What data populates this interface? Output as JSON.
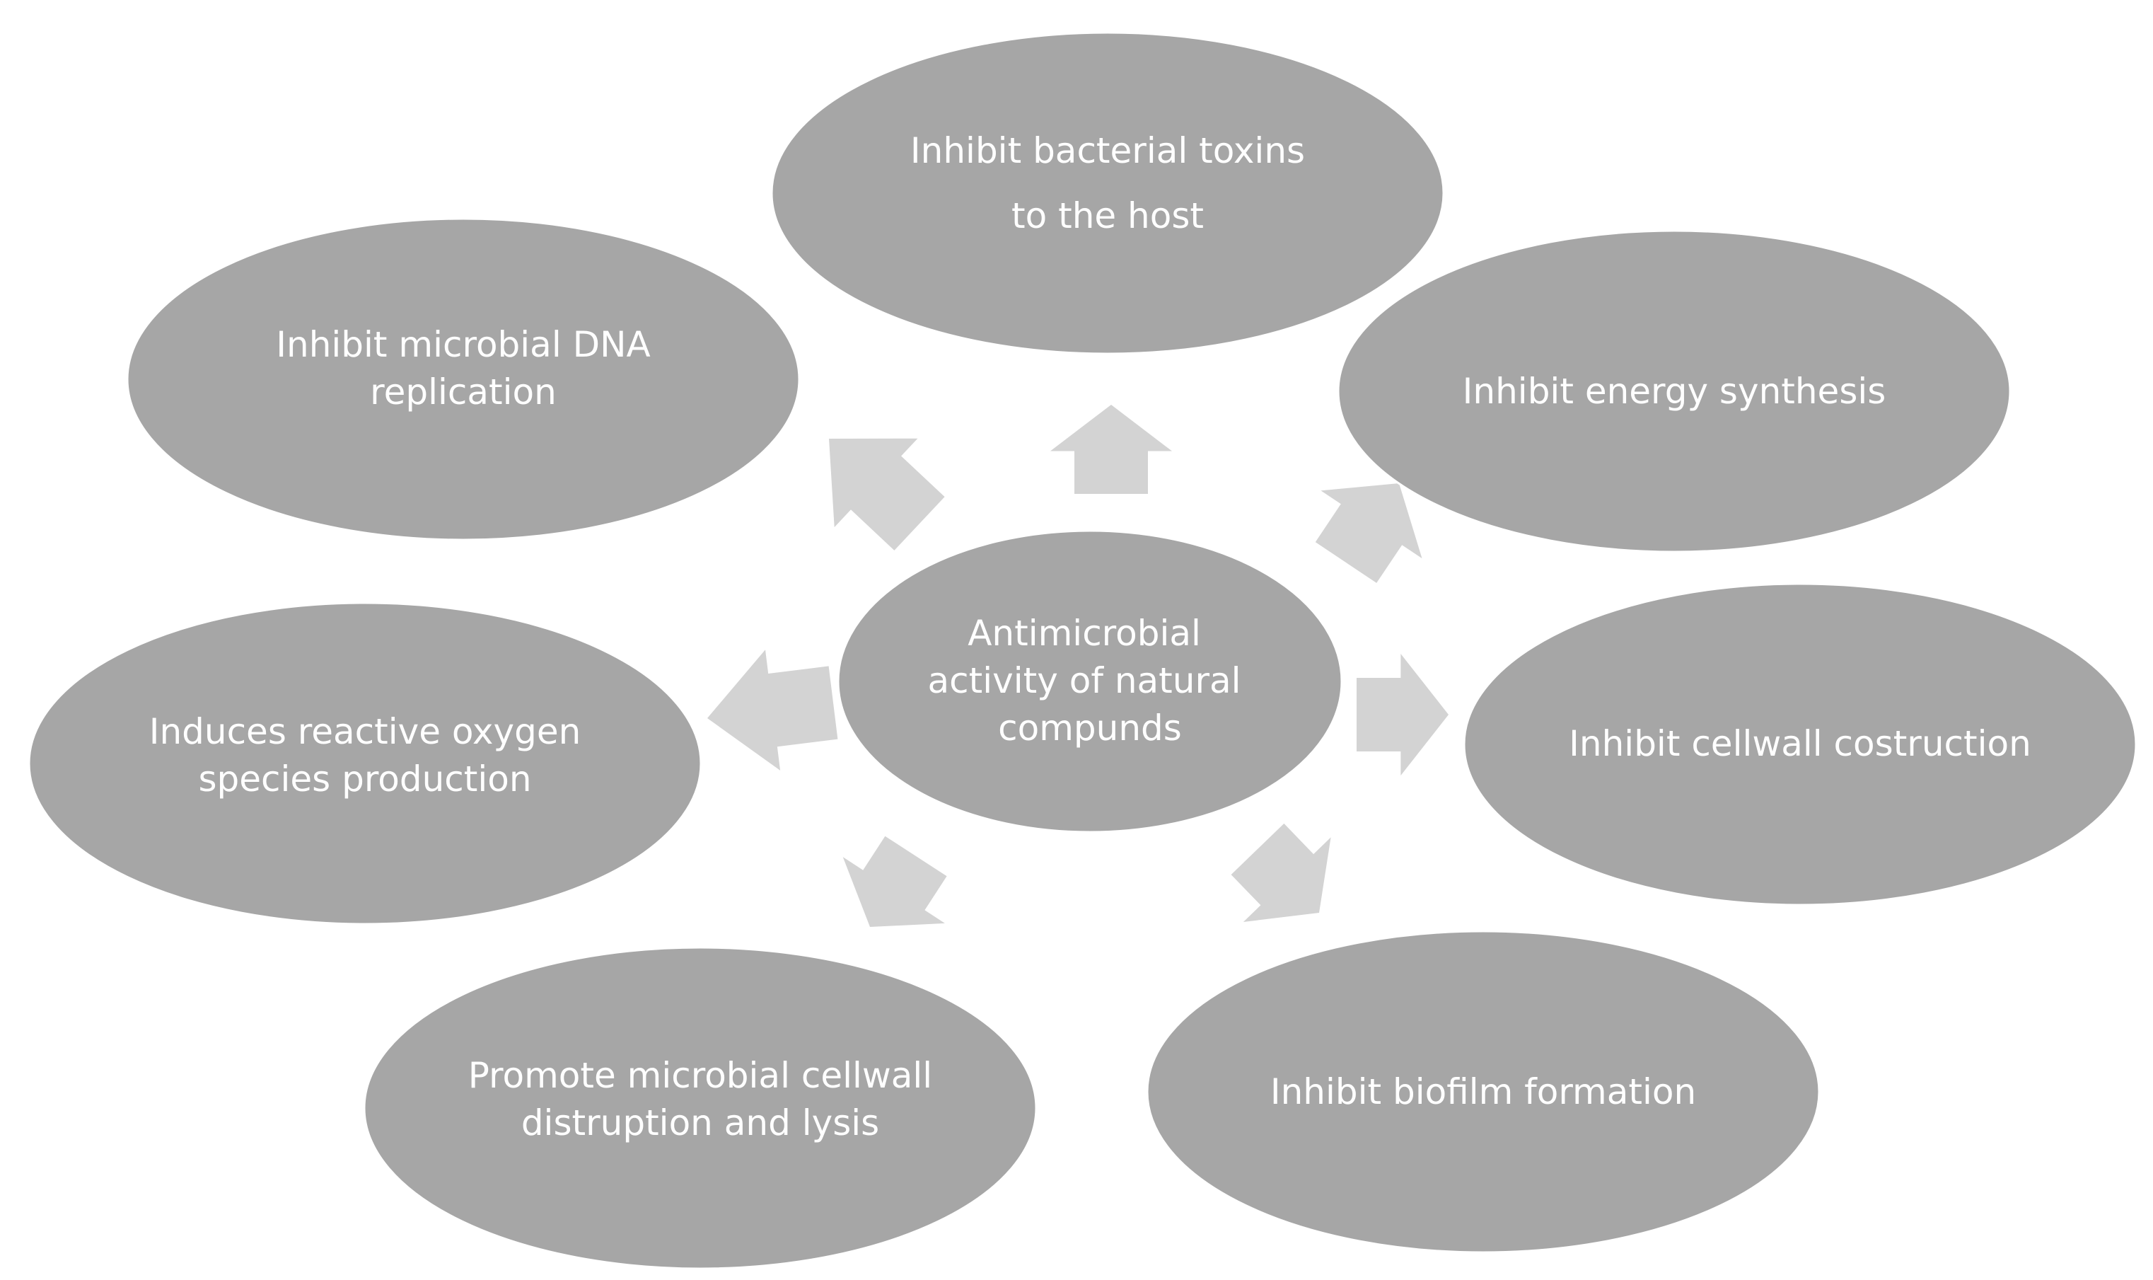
{
  "colors": {
    "node_fill": "#a6a6a6",
    "arrow_fill": "#d3d3d3",
    "text": "#ffffff",
    "background": "#ffffff"
  },
  "center": {
    "lines": [
      "Antimicrobial",
      "activity of natural",
      "compunds"
    ]
  },
  "nodes": [
    {
      "id": "bacterial-toxins",
      "lines": [
        "Inhibit bacterial toxins",
        "to the host"
      ]
    },
    {
      "id": "energy-synthesis",
      "lines": [
        "Inhibit energy synthesis"
      ]
    },
    {
      "id": "cellwall-construction",
      "lines": [
        "Inhibit cellwall costruction"
      ]
    },
    {
      "id": "biofilm-formation",
      "lines": [
        "Inhibit biofilm formation"
      ]
    },
    {
      "id": "cellwall-disruption",
      "lines": [
        "Promote microbial cellwall",
        "distruption and lysis"
      ]
    },
    {
      "id": "reactive-oxygen",
      "lines": [
        "Induces reactive oxygen",
        "species production"
      ]
    },
    {
      "id": "dna-replication",
      "lines": [
        "Inhibit microbial DNA",
        "replication"
      ]
    }
  ],
  "arrows": [
    {
      "id": "arrow-to-bacterial-toxins",
      "from": "center",
      "to": "bacterial-toxins"
    },
    {
      "id": "arrow-to-energy-synthesis",
      "from": "center",
      "to": "energy-synthesis"
    },
    {
      "id": "arrow-to-cellwall-construction",
      "from": "center",
      "to": "cellwall-construction"
    },
    {
      "id": "arrow-to-biofilm-formation",
      "from": "center",
      "to": "biofilm-formation"
    },
    {
      "id": "arrow-to-cellwall-disruption",
      "from": "center",
      "to": "cellwall-disruption"
    },
    {
      "id": "arrow-to-reactive-oxygen",
      "from": "center",
      "to": "reactive-oxygen"
    },
    {
      "id": "arrow-to-dna-replication",
      "from": "center",
      "to": "dna-replication"
    }
  ]
}
